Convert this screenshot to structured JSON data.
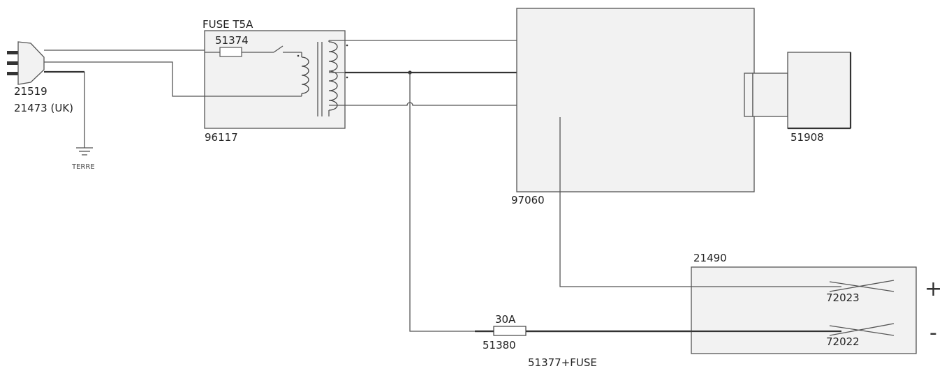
{
  "labels": {
    "plug_part": "21519",
    "plug_part_uk": "21473 (UK)",
    "ground": "TERRE",
    "fuse_rating": "FUSE  T5A",
    "fuse_part": "51374",
    "transformer_part": "96117",
    "main_unit_part": "97060",
    "camera_part": "51908",
    "terminal_box_part": "21490",
    "positive_terminal_part": "72023",
    "negative_terminal_part": "72022",
    "inline_fuse_rating": "30A",
    "inline_fuse_part": "51380",
    "inline_fuse_assembly": "51377+FUSE",
    "plus_sign": "+",
    "minus_sign": "-"
  },
  "colors": {
    "box_fill": "#f2f2f2",
    "line": "#555555",
    "thick_line": "#333333",
    "text": "#222222"
  }
}
